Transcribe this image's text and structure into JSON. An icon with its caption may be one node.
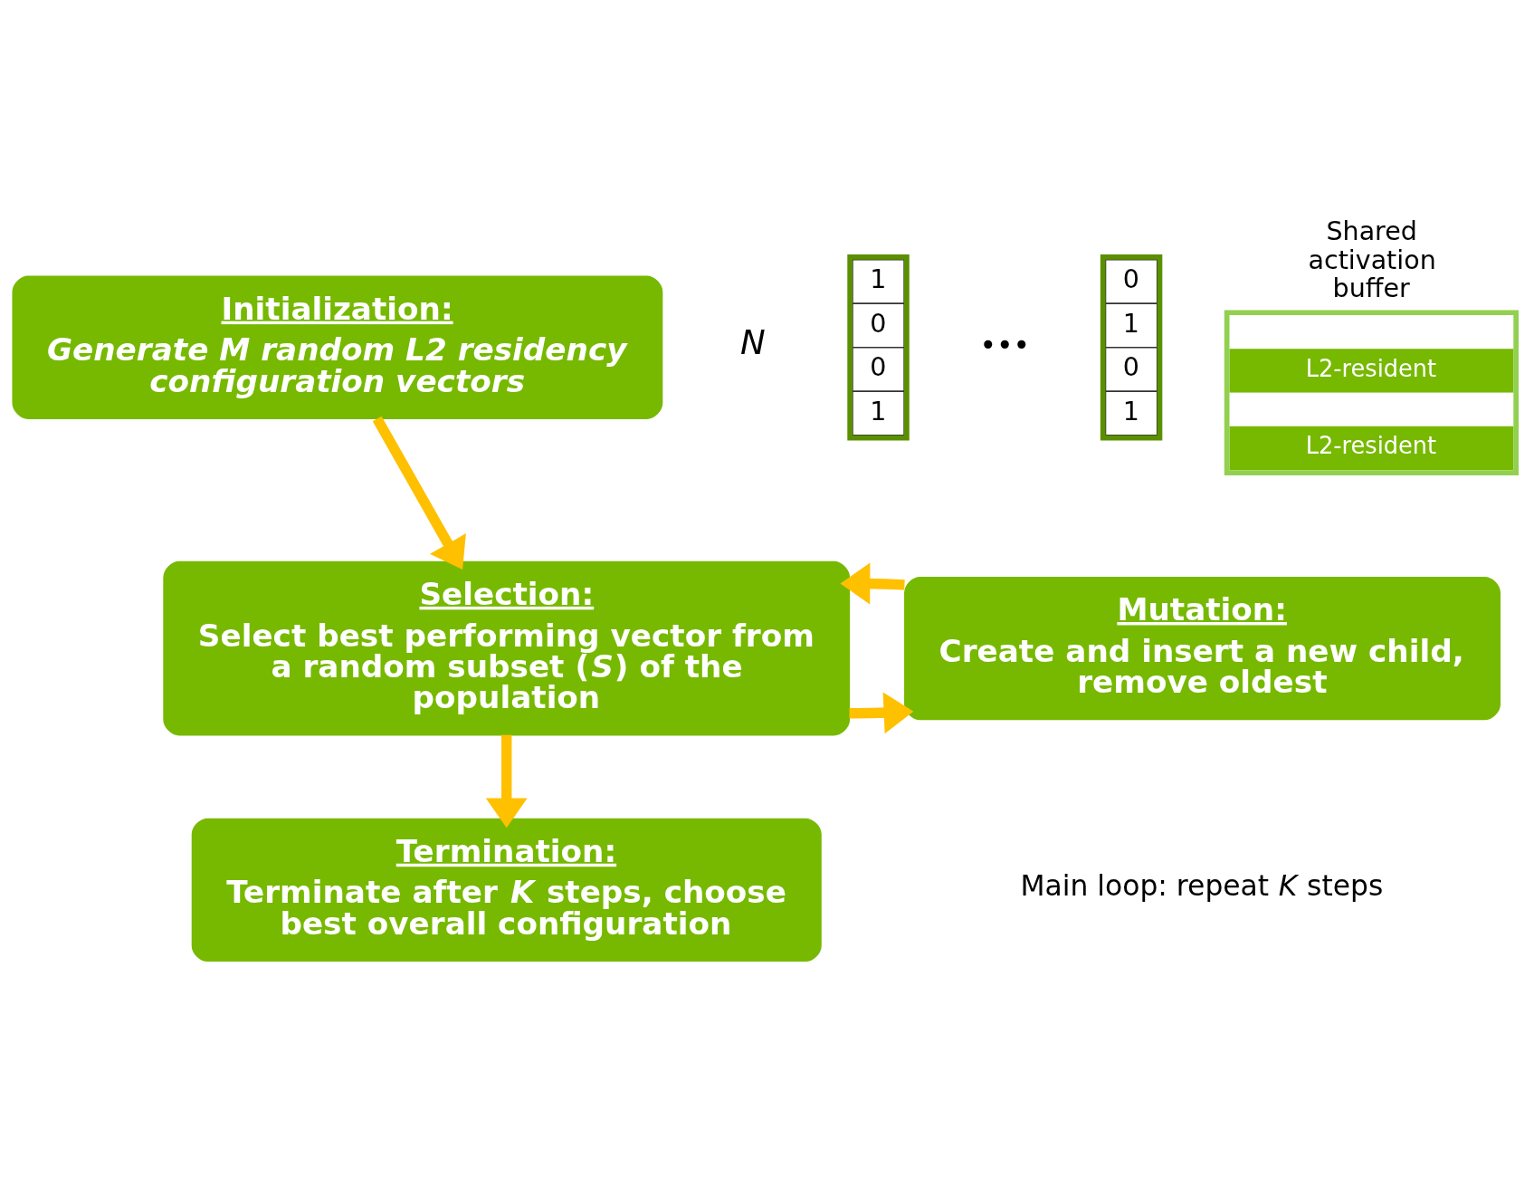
{
  "diagram": {
    "nodes": [
      {
        "text": [
          "Initialization:",
          "Generate M random L2 residency configuration vectors"
        ]
      },
      {
        "text": [
          "Selection:",
          "Select best performing vector from a random subset (*S*) of the population"
        ]
      },
      {
        "text": [
          "Mutation:",
          "Create and insert a new child, remove oldest"
        ]
      },
      {
        "text": [
          "Termination:",
          "Terminate after *K* steps, choose best overall configuration"
        ]
      },
      {
        "text": [
          "1",
          "0",
          "0",
          "1"
        ]
      },
      {
        "text": [
          "0",
          "1",
          "0",
          "1"
        ]
      },
      {
        "text": [
          "Shared activation buffer",
          "L2-resident",
          "L2-resident"
        ]
      }
    ],
    "edges": [
      {
        "from": 0,
        "to": 1,
        "arrow": "to"
      },
      {
        "from": 1,
        "to": 2,
        "arrow": "to"
      },
      {
        "from": 2,
        "to": 1,
        "arrow": "to"
      },
      {
        "from": 1,
        "to": 3,
        "arrow": "to"
      }
    ],
    "labels": [
      "N",
      "•••",
      "Main loop: repeat *K* steps"
    ]
  }
}
